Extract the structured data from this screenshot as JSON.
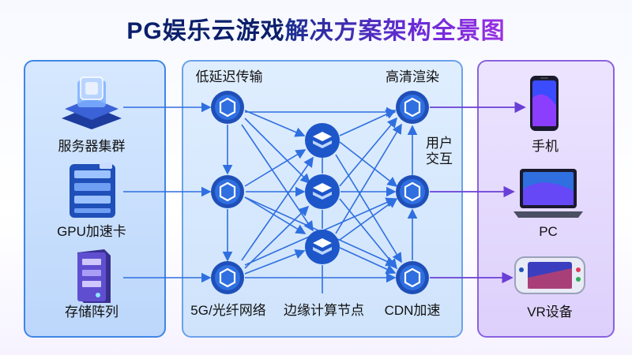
{
  "title": {
    "part1": "PG娱乐云游戏",
    "part2": "解决方案架构全景图"
  },
  "left": {
    "items": [
      "服务器集群",
      "GPU加速卡",
      "存储阵列"
    ]
  },
  "middle": {
    "top_left_label": "低延迟传输",
    "top_right_label": "高清渲染",
    "side_label_line1": "用户",
    "side_label_line2": "交互",
    "bottom_left_label": "5G/光纤网络",
    "bottom_center_label": "边缘计算节点",
    "bottom_right_label": "CDN加速"
  },
  "right": {
    "items": [
      "手机",
      "PC",
      "VR设备"
    ]
  },
  "colors": {
    "accent_blue": "#2f6fe0",
    "accent_purple": "#6a3fd6",
    "node_dark": "#1f4fb8"
  }
}
